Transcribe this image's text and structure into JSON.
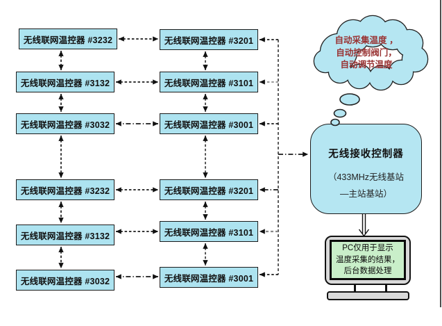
{
  "nodes": {
    "left": [
      {
        "label": "无线联网温控器 #3232"
      },
      {
        "label": "无线联网温控器 #3132"
      },
      {
        "label": "无线联网温控器 #3032"
      },
      {
        "label": "无线联网温控器 #3232"
      },
      {
        "label": "无线联网温控器 #3132"
      },
      {
        "label": "无线联网温控器 #3032"
      }
    ],
    "middle": [
      {
        "label": "无线联网温控器 #3201"
      },
      {
        "label": "无线联网温控器 #3101"
      },
      {
        "label": "无线联网温控器 #3001"
      },
      {
        "label": "无线联网温控器 #3201"
      },
      {
        "label": "无线联网温控器 #3101"
      },
      {
        "label": "无线联网温控器 #3001"
      }
    ]
  },
  "thought_bubble": {
    "line1": "自动采集温度 ，",
    "line2": "自动控制阀门，",
    "line3": "自动调节温度"
  },
  "controller": {
    "title": "无线接收控制器",
    "subtitle_line1": "（433MHz无线基站",
    "subtitle_line2": "—主站基站）"
  },
  "monitor": {
    "line1": "PC仅用于显示",
    "line2": "温度采集的结果，",
    "line3": "后台数据处理"
  },
  "colors": {
    "node_fill": "#ADE3F0",
    "cloud_fill": "#B5E6F2",
    "controller_fill": "#B5E6F2",
    "screen_fill": "#C9EFC9",
    "bezel_fill": "#D9D9D9",
    "cloud_text": "#993333",
    "line_dark": "#1a1a1a",
    "line_gray": "#8a8a8a"
  }
}
